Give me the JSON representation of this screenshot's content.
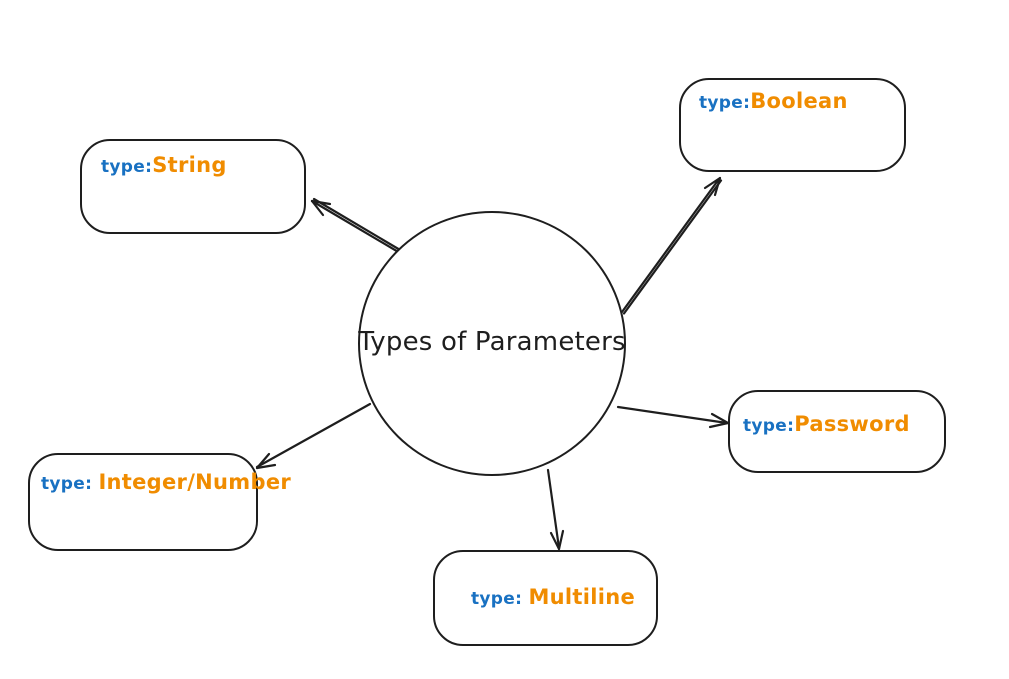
{
  "diagram": {
    "background": "#ffffff",
    "colors": {
      "stroke": "#1e1e1e",
      "type_prefix": "#1971c2",
      "type_value": "#f08c00"
    },
    "center": {
      "label": "Types of Parameters",
      "shape": "circle"
    },
    "nodes": [
      {
        "id": "string",
        "prefix": "type:",
        "value": "String",
        "position": "top-left"
      },
      {
        "id": "boolean",
        "prefix": "type:",
        "value": "Boolean",
        "position": "top-right"
      },
      {
        "id": "password",
        "prefix": "type:",
        "value": "Password",
        "position": "right"
      },
      {
        "id": "multiline",
        "prefix": "type: ",
        "value": "Multiline",
        "position": "bottom-center"
      },
      {
        "id": "integer-number",
        "prefix": "type: ",
        "value": "Integer/Number",
        "position": "bottom-left"
      }
    ],
    "connections": [
      {
        "from": "center",
        "to": "string"
      },
      {
        "from": "center",
        "to": "boolean"
      },
      {
        "from": "center",
        "to": "password"
      },
      {
        "from": "center",
        "to": "multiline"
      },
      {
        "from": "center",
        "to": "integer-number"
      }
    ]
  }
}
